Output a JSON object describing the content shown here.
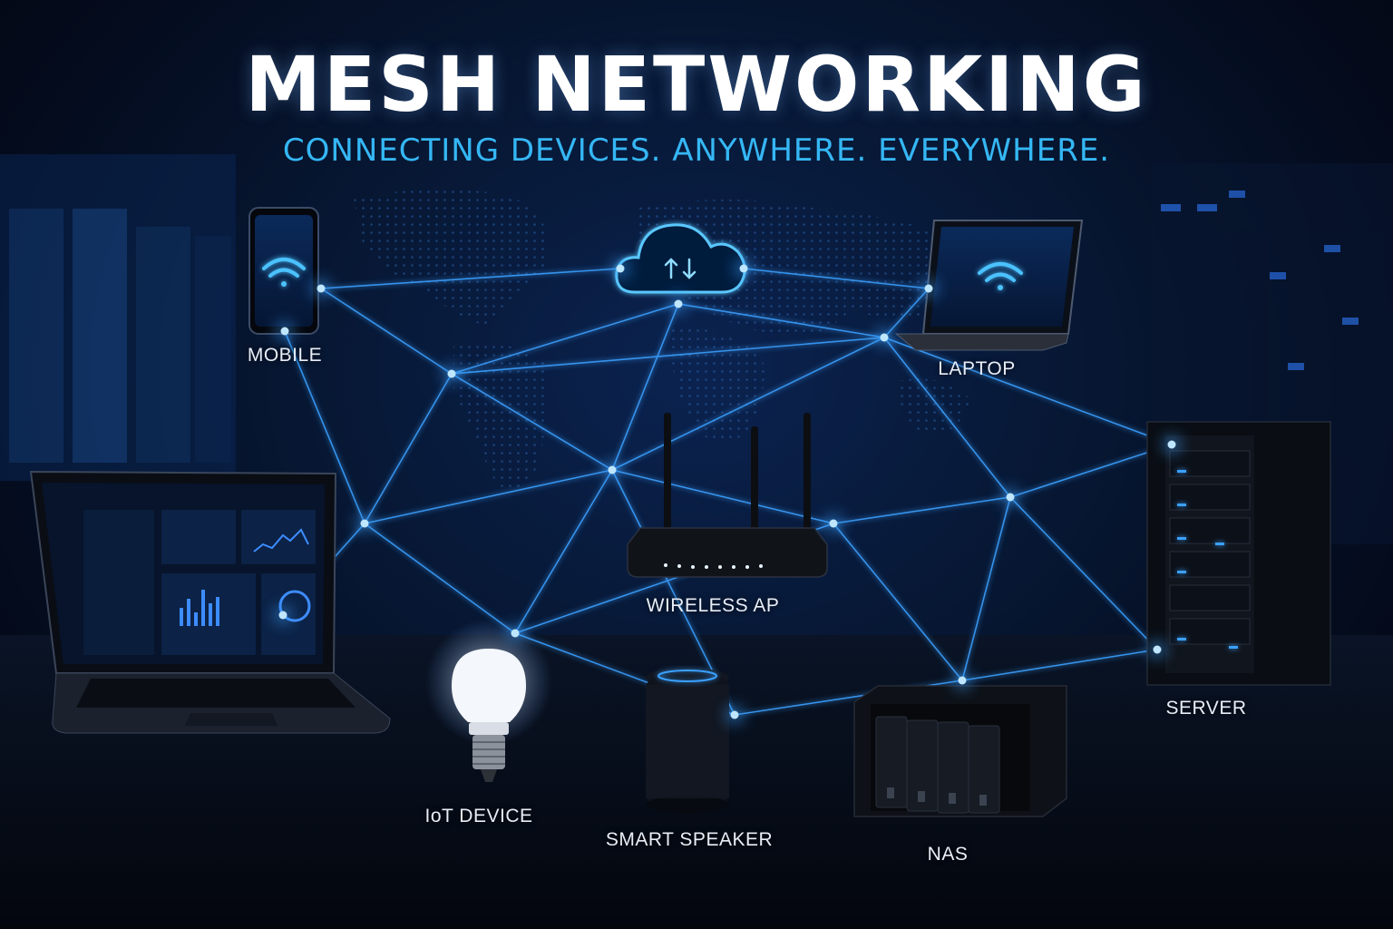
{
  "header": {
    "title": "MESH NETWORKING",
    "subtitle": "CONNECTING DEVICES. ANYWHERE. EVERYWHERE."
  },
  "devices": [
    {
      "id": "mobile",
      "label": "MOBILE"
    },
    {
      "id": "laptop",
      "label": "LAPTOP"
    },
    {
      "id": "wireless-ap",
      "label": "WIRELESS AP"
    },
    {
      "id": "iot-device",
      "label": "IoT DEVICE"
    },
    {
      "id": "smart-speaker",
      "label": "SMART SPEAKER"
    },
    {
      "id": "nas",
      "label": "NAS"
    },
    {
      "id": "server",
      "label": "SERVER"
    }
  ],
  "colors": {
    "background": "#050d1f",
    "accent": "#35b7f5",
    "link": "#3aa0ff",
    "node": "#bfe6ff",
    "title": "#ffffff"
  }
}
